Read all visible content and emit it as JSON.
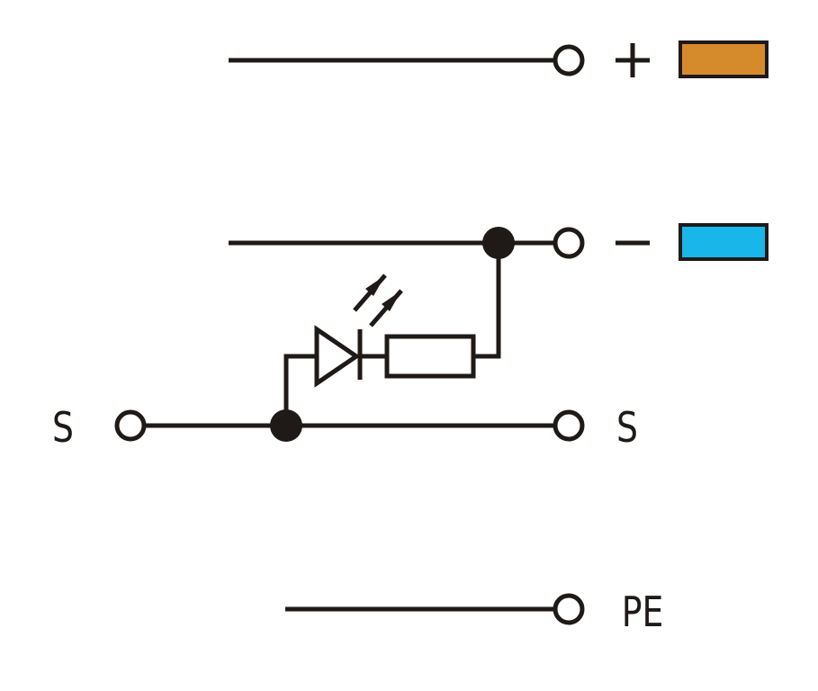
{
  "terminals": {
    "plus": {
      "label": "+",
      "color": "#d58b2c"
    },
    "minus": {
      "label": "–",
      "color": "#19b6ea"
    },
    "signal_left": {
      "label": "S"
    },
    "signal_right": {
      "label": "S"
    },
    "protective_earth": {
      "label": "PE"
    }
  },
  "components": {
    "led": {
      "icon": "led-diode-icon"
    },
    "resistor": {
      "icon": "resistor-icon"
    }
  },
  "colors": {
    "ink": "#1f1a17",
    "background": "#ffffff"
  }
}
